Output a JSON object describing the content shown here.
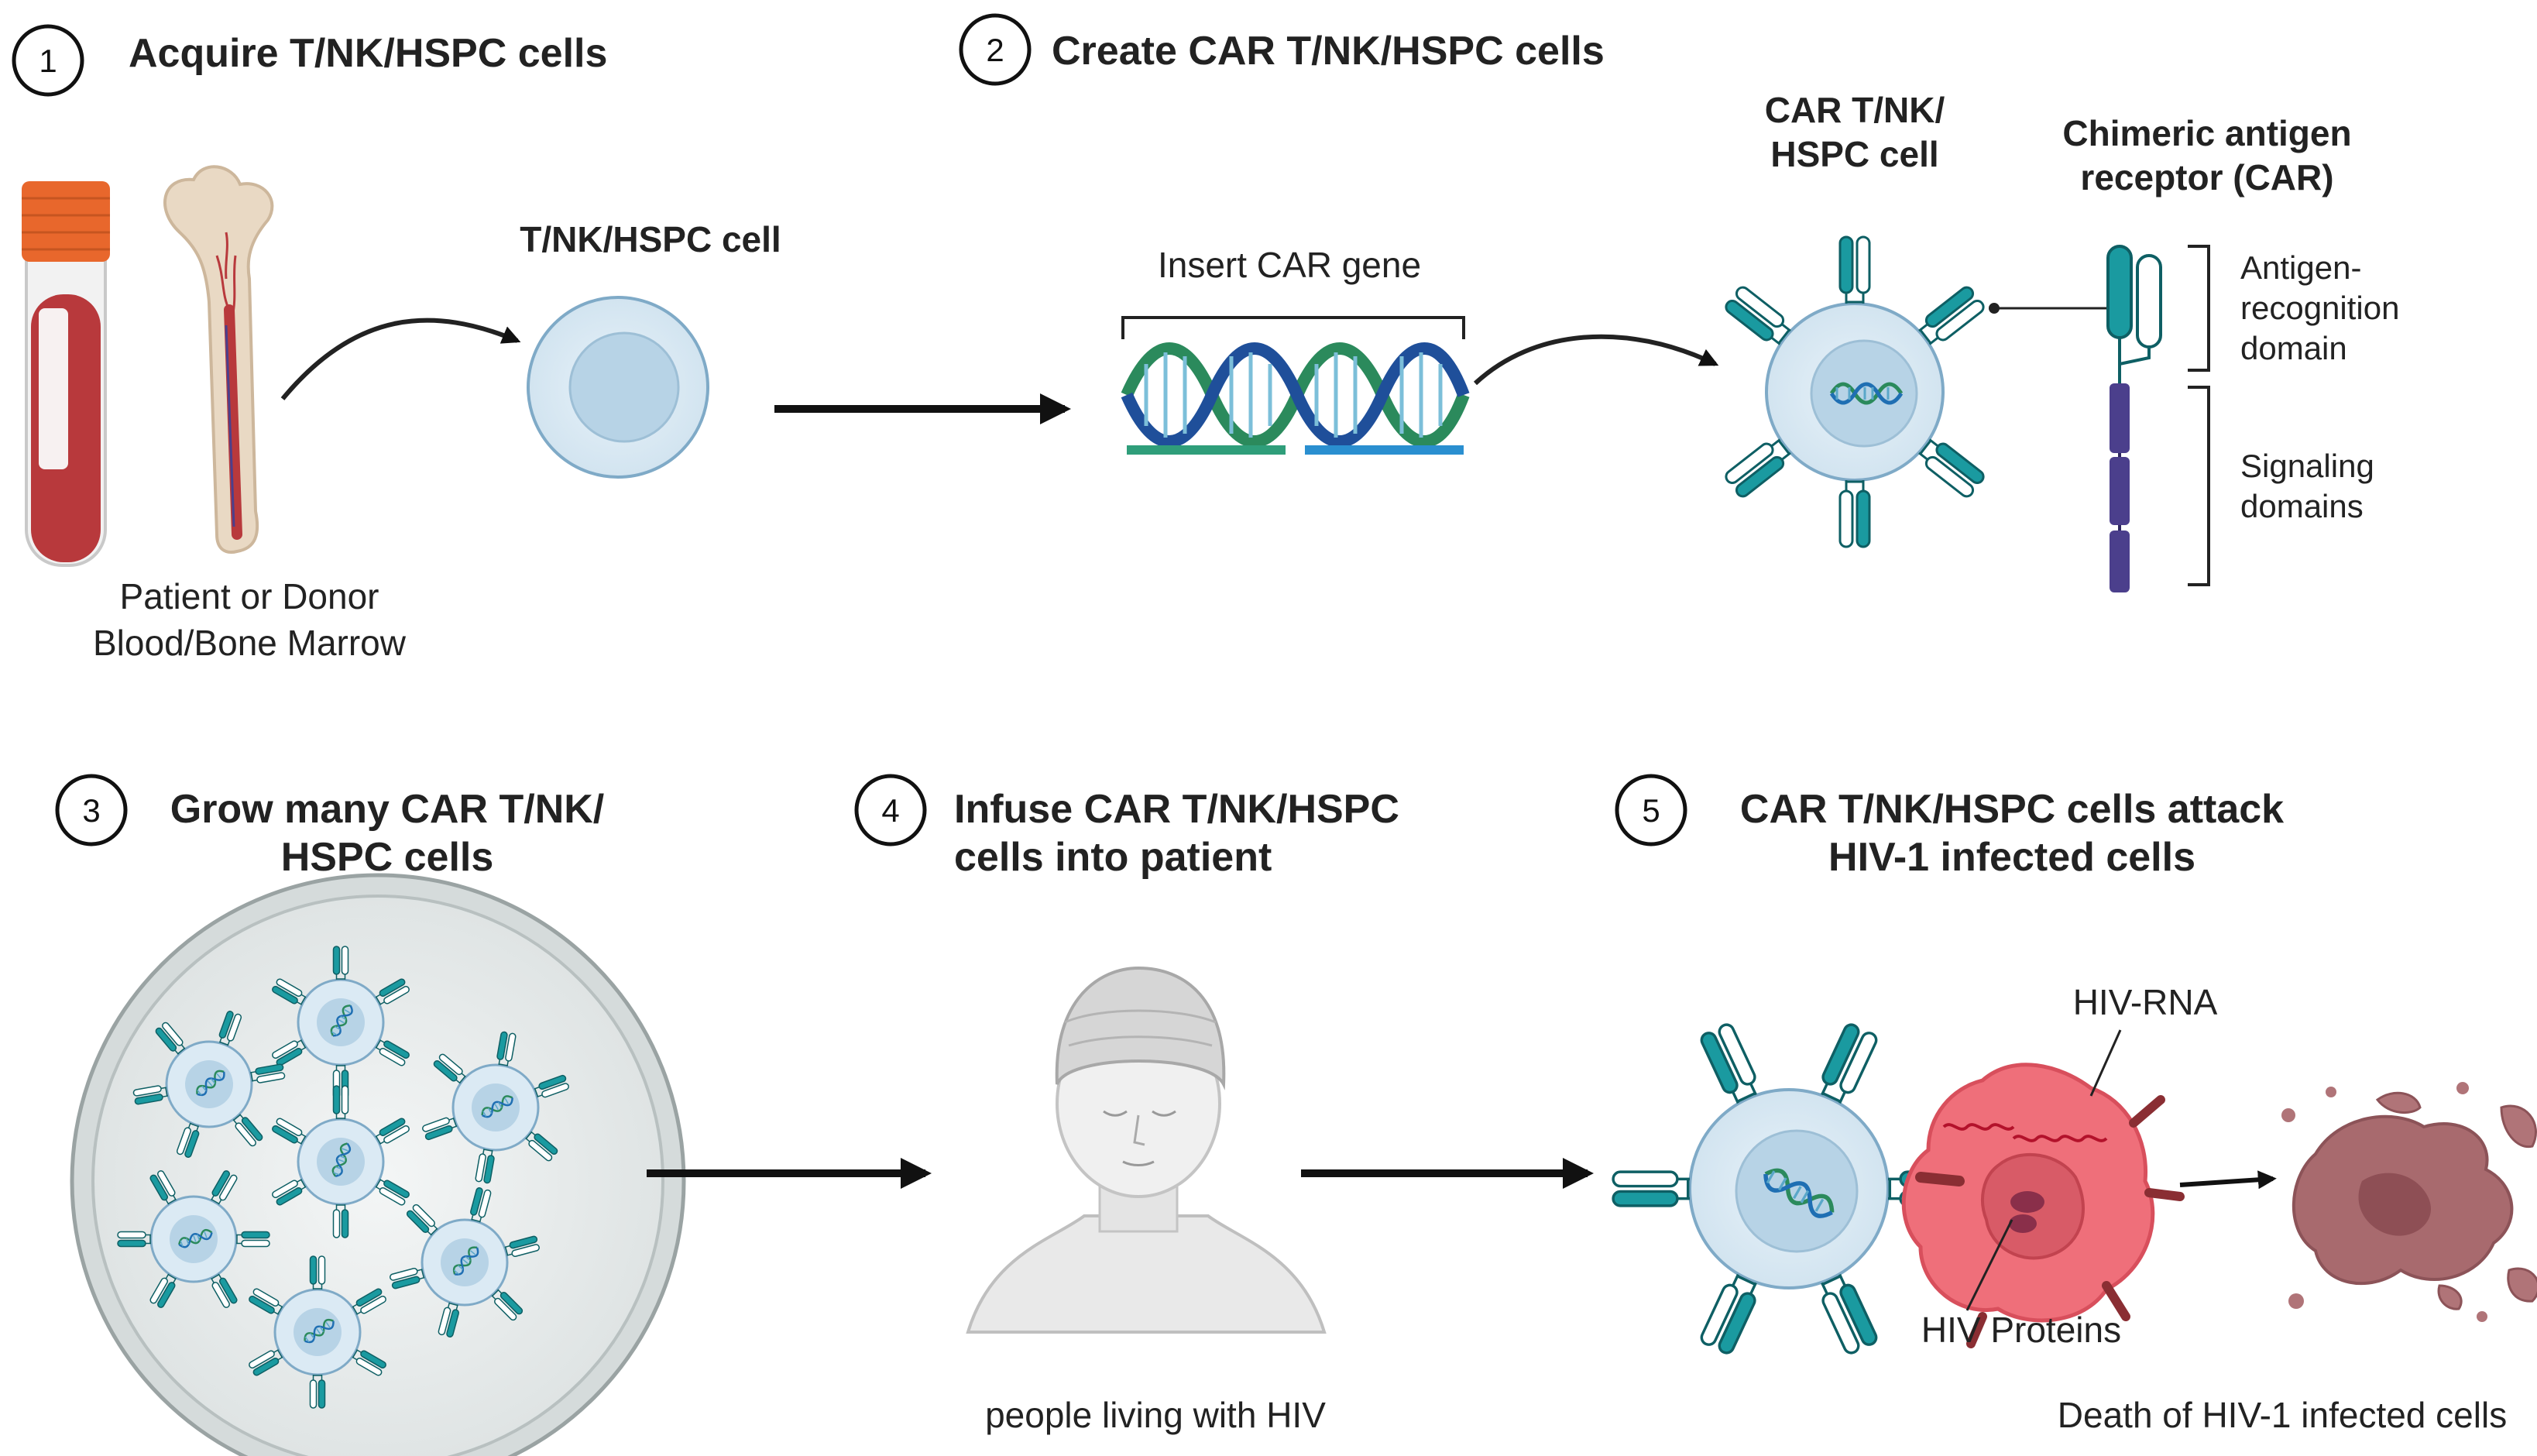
{
  "colors": {
    "receptor_teal": "#1a9aa0",
    "receptor_dark": "#0e5f64",
    "signal_purple": "#4b3f8c",
    "cell_fill": "#dbeaf4",
    "cell_nucleus": "#b7d3e6",
    "infected_cell": "#ef6f7a",
    "dead_cell": "#a86a6e",
    "blood_red": "#b8393c",
    "cap_orange": "#e8672c",
    "dna_green": "#2b8a5c",
    "dna_blue": "#1f6fb3"
  },
  "steps": [
    {
      "num": "1",
      "title": "Acquire T/NK/HSPC cells"
    },
    {
      "num": "2",
      "title": "Create CAR T/NK/HSPC cells"
    },
    {
      "num": "3",
      "title_lines": [
        "Grow many CAR T/NK/",
        "HSPC cells"
      ]
    },
    {
      "num": "4",
      "title_lines": [
        "Infuse CAR T/NK/HSPC",
        "cells into patient"
      ]
    },
    {
      "num": "5",
      "title_lines": [
        "CAR T/NK/HSPC cells attack",
        "HIV-1 infected cells"
      ]
    }
  ],
  "labels": {
    "source_lines": [
      "Patient or Donor",
      "Blood/Bone Marrow"
    ],
    "cell": "T/NK/HSPC cell",
    "insert_gene": "Insert CAR gene",
    "car_cell_lines": [
      "CAR T/NK/",
      "HSPC cell"
    ],
    "car_receptor_lines": [
      "Chimeric antigen",
      "receptor (CAR)"
    ],
    "antigen_domain_lines": [
      "Antigen-",
      "recognition",
      "domain"
    ],
    "signaling_lines": [
      "Signaling",
      "domains"
    ],
    "patient": "people living with HIV",
    "hiv_rna": "HIV-RNA",
    "hiv_proteins": "HIV Proteins",
    "death": "Death of HIV-1 infected cells"
  }
}
